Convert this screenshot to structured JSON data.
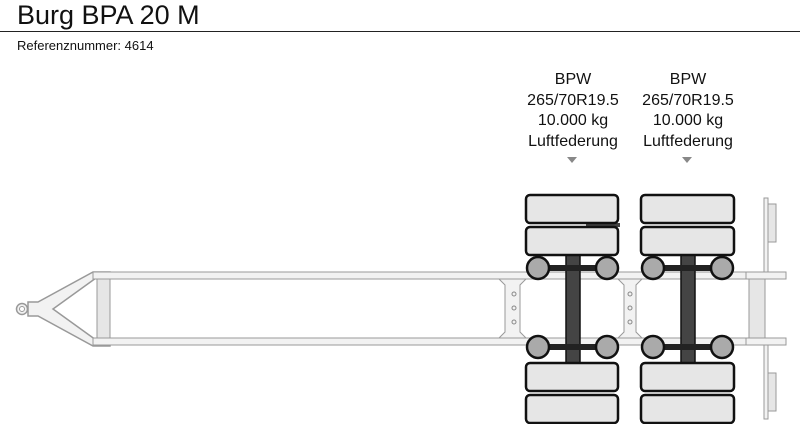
{
  "header": {
    "title": "Burg BPA 20 M",
    "reference_label": "Referenznummer: 4614"
  },
  "axles": [
    {
      "brand": "BPW",
      "tire_size": "265/70R19.5",
      "load": "10.000 kg",
      "suspension": "Luftfederung"
    },
    {
      "brand": "BPW",
      "tire_size": "265/70R19.5",
      "load": "10.000 kg",
      "suspension": "Luftfederung"
    }
  ],
  "colors": {
    "frame_fill": "#f2f2f2",
    "frame_stroke": "#999999",
    "tire_fill": "#e6e6e6",
    "tire_stroke": "#111111",
    "hub_fill": "#aaaaaa",
    "axle_beam": "#444444",
    "marker": "#888888"
  }
}
